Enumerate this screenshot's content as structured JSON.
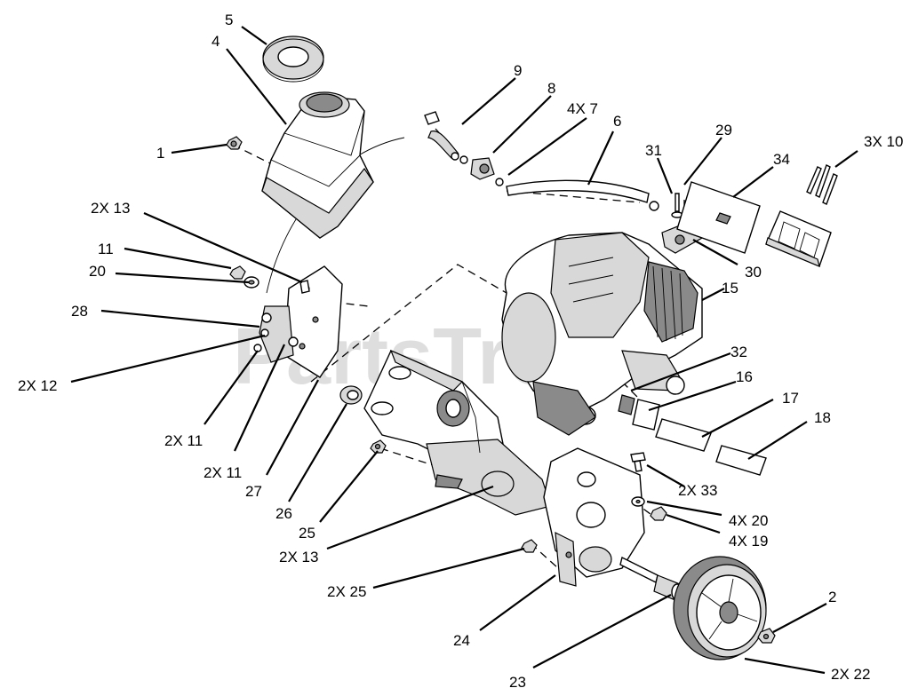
{
  "watermark": "PartsTree",
  "callouts": [
    "5",
    "4",
    "1",
    "9",
    "8",
    "4X 7",
    "6",
    "29",
    "31",
    "3X 10",
    "34",
    "2X 13",
    "11",
    "20",
    "30",
    "15",
    "28",
    "2X 12",
    "32",
    "16",
    "17",
    "18",
    "2X 11",
    "2X 11",
    "27",
    "26",
    "2X 33",
    "4X 20",
    "4X 19",
    "25",
    "2X 13",
    "2X 25",
    "2",
    "24",
    "23",
    "2X 22"
  ]
}
